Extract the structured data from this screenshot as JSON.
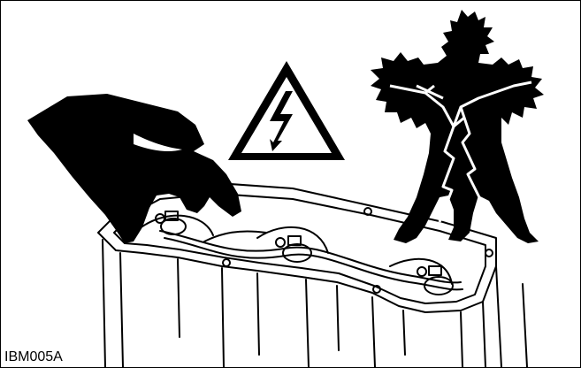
{
  "figure": {
    "id_label": "IBM005A"
  },
  "icons": {
    "warning": "high-voltage-warning-triangle-icon",
    "shock": "electric-shock-figure-icon",
    "hand": "hand-silhouette",
    "cover": "injector-cover-engine-drawing"
  },
  "colors": {
    "ink": "#000000",
    "paper": "#ffffff"
  }
}
